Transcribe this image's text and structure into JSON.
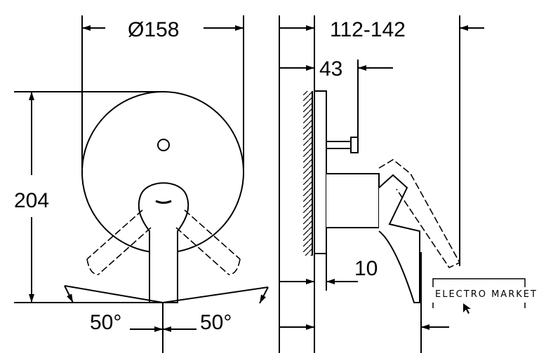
{
  "dimensions": {
    "diameter": "Ø158",
    "height": "204",
    "depth_range": "112-142",
    "plate_to_pin": "43",
    "plate_offset": "10",
    "angle_left": "50°",
    "angle_right": "50°"
  },
  "watermark": {
    "brand": "ELECTRO MARKET"
  }
}
